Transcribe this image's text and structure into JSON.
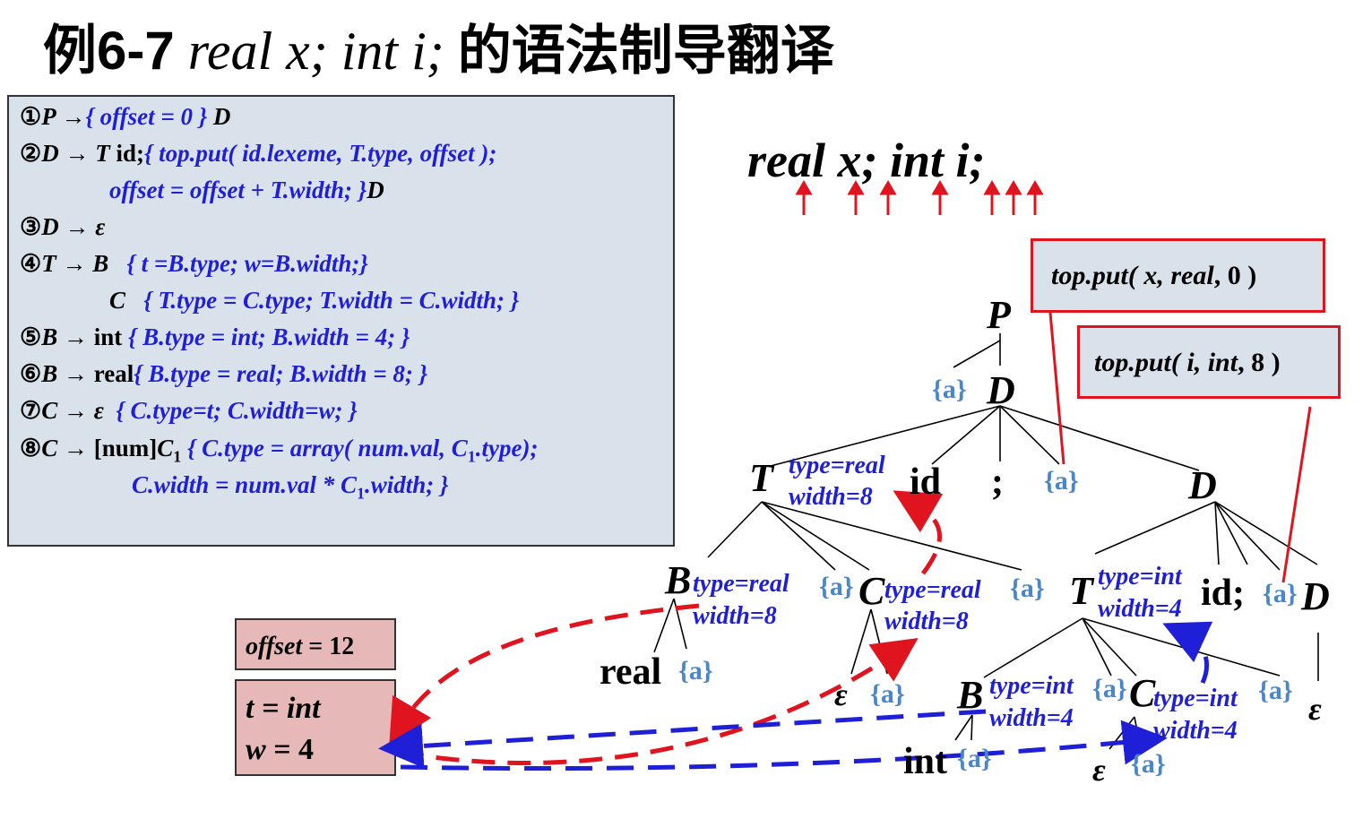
{
  "title": {
    "prefix": "例6-7",
    "code": "real x; int i;",
    "suffix": "的语法制导翻译"
  },
  "rules": {
    "r1": {
      "mark": "①",
      "head": "P →",
      "action": "{ offset = 0 }",
      "tail": "D"
    },
    "r2": {
      "mark": "②",
      "head": "D → ",
      "t": "T",
      "id": " id;",
      "action": "{ top.put( id.lexeme, T.type, offset );"
    },
    "r2b": {
      "action": "offset = offset + T.width; }",
      "tail": "D"
    },
    "r3": {
      "mark": "③",
      "head": "D → ε"
    },
    "r4": {
      "mark": "④",
      "head": "T → B",
      "action": "{ t =B.type; w=B.width;}"
    },
    "r4b": {
      "head": "C",
      "action": "{ T.type = C.type; T.width = C.width; }"
    },
    "r5": {
      "mark": "⑤",
      "head": "B →",
      "kw": " int",
      "action": "{ B.type = int; B.width = 4; }"
    },
    "r6": {
      "mark": "⑥",
      "head": "B →",
      "kw": " real",
      "action": "{ B.type = real; B.width = 8; }"
    },
    "r7": {
      "mark": "⑦",
      "head": "C → ε",
      "action": "{ C.type=t; C.width=w; }"
    },
    "r8": {
      "mark": "⑧",
      "head": "C →",
      "kw": " [num]",
      "c1": "C",
      "sub": "1",
      "action_a": "{ C.type = array( num.val, C",
      "action_b": ".type);"
    },
    "r8b": {
      "action_a": "C.width = num.val * C",
      "action_b": ".width; }"
    }
  },
  "input_string": "real x; int i;",
  "put_boxes": {
    "first": {
      "a": "top.put(",
      "b": " x, ",
      "c": "real",
      "d": ", 0 )"
    },
    "second": {
      "a": "top.put(",
      "b": " i, ",
      "c": "int",
      "d": ", 8 )"
    }
  },
  "offset_box": {
    "label": "offset",
    "value": " = 12"
  },
  "tw_box": {
    "t_label": "t",
    "t_value": "=  int",
    "w_label": "w",
    "w_value": " = 4"
  },
  "tree": {
    "P": "P",
    "D1": "D",
    "a1": "{a}",
    "T1": "T",
    "id1": "id",
    "semi1": ";",
    "a2": "{a}",
    "D2": "D",
    "T1_type": "type=real",
    "T1_width": "width=8",
    "B1": "B",
    "B1_type": "type=real",
    "B1_width": "width=8",
    "a3": "{a}",
    "C1": "C",
    "C1_type": "type=real",
    "C1_width": "width=8",
    "a4": "{a}",
    "real": "real",
    "a5": "{a}",
    "eps1": "ε",
    "a6": "{a}",
    "T2": "T",
    "T2_type": "type=int",
    "T2_width": "width=4",
    "id2": "id;",
    "a7": "{a}",
    "D3": "D",
    "B2": "B",
    "B2_type": "type=int",
    "B2_width": "width=4",
    "a8": "{a}",
    "C2": "C",
    "C2_type": "type=int",
    "C2_width": "width=4",
    "a9": "{a}",
    "int": "int",
    "a10": "{a}",
    "eps2": "ε",
    "a11": "{a}",
    "eps3": "ε"
  },
  "colors": {
    "red": "#e0141e",
    "blue": "#1f1fd8",
    "action": "#4a86c8",
    "panel": "#d9e1ea",
    "pink": "#e6b9b8"
  }
}
